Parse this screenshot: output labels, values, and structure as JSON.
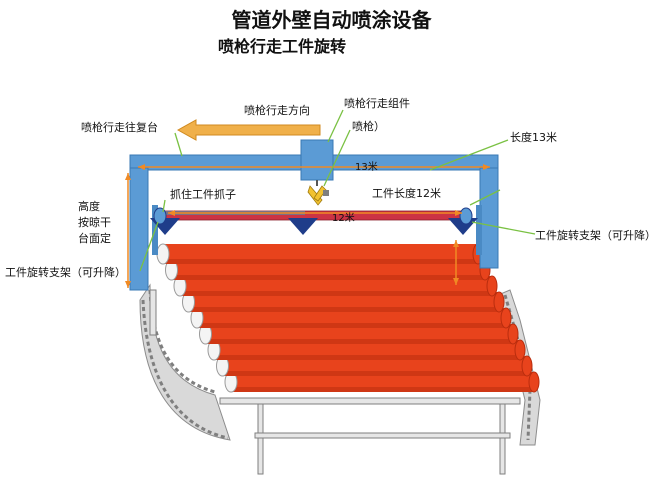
{
  "title": "管道外壁自动喷涂设备",
  "subtitle": "喷枪行走工件旋转",
  "labels": {
    "spray_direction": "喷枪行走方向",
    "spray_assembly": "喷枪行走组件",
    "spray_gun": "喷枪）",
    "return_to_stand": "喷枪行走往复台",
    "length_13": "长度13米",
    "dim_13": "13米",
    "gripper": "抓住工件抓子",
    "workpiece_length": "工件长度12米",
    "dim_12": "12米",
    "height_line1": "高度",
    "height_line2": "按晾干",
    "height_line3": "台面定",
    "rotate_support_right": "工件旋转支架（可升降）",
    "rotate_support_left": "工件旋转支架（可升降）"
  },
  "colors": {
    "frame_blue": "#5b9bd5",
    "frame_blue_dark": "#3a78b4",
    "pipe_red": "#e8431c",
    "pipe_red_dark": "#b92d0e",
    "arrow_orange": "#f0b04a",
    "leader_green": "#7ac143",
    "dim_orange": "#f08a24",
    "chain_gray": "#bfbfbf",
    "gripper_navy": "#1f3d8a",
    "bar_red": "#cc3344"
  },
  "pipe_count": 9
}
